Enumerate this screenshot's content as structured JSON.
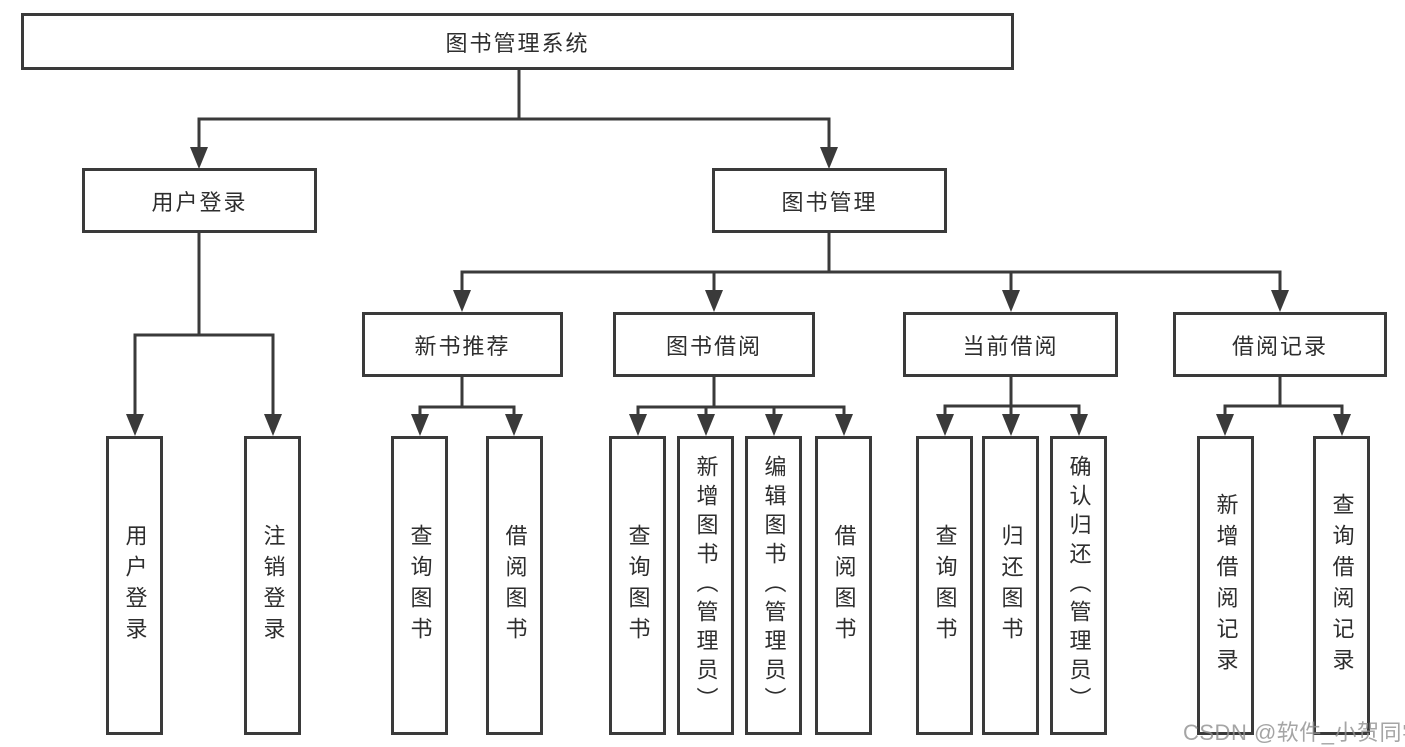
{
  "diagram": {
    "type": "hierarchy-tree",
    "tree": {
      "label": "图书管理系统",
      "children": [
        {
          "label": "用户登录",
          "children": [
            {
              "label": "用户登录"
            },
            {
              "label": "注销登录"
            }
          ]
        },
        {
          "label": "图书管理",
          "children": [
            {
              "label": "新书推荐",
              "children": [
                {
                  "label": "查询图书"
                },
                {
                  "label": "借阅图书"
                }
              ]
            },
            {
              "label": "图书借阅",
              "children": [
                {
                  "label": "查询图书"
                },
                {
                  "label": "新增图书（管理员）"
                },
                {
                  "label": "编辑图书（管理员）"
                },
                {
                  "label": "借阅图书"
                }
              ]
            },
            {
              "label": "当前借阅",
              "children": [
                {
                  "label": "查询图书"
                },
                {
                  "label": "归还图书"
                },
                {
                  "label": "确认归还（管理员）"
                }
              ]
            },
            {
              "label": "借阅记录",
              "children": [
                {
                  "label": "新增借阅记录"
                },
                {
                  "label": "查询借阅记录"
                }
              ]
            }
          ]
        }
      ]
    },
    "watermark": "CSDN @软件_小贺同学",
    "colors": {
      "line": "#3a3a3a",
      "text": "#2e2e2e",
      "watermark": "#8f8f8f",
      "background": "#ffffff"
    }
  }
}
